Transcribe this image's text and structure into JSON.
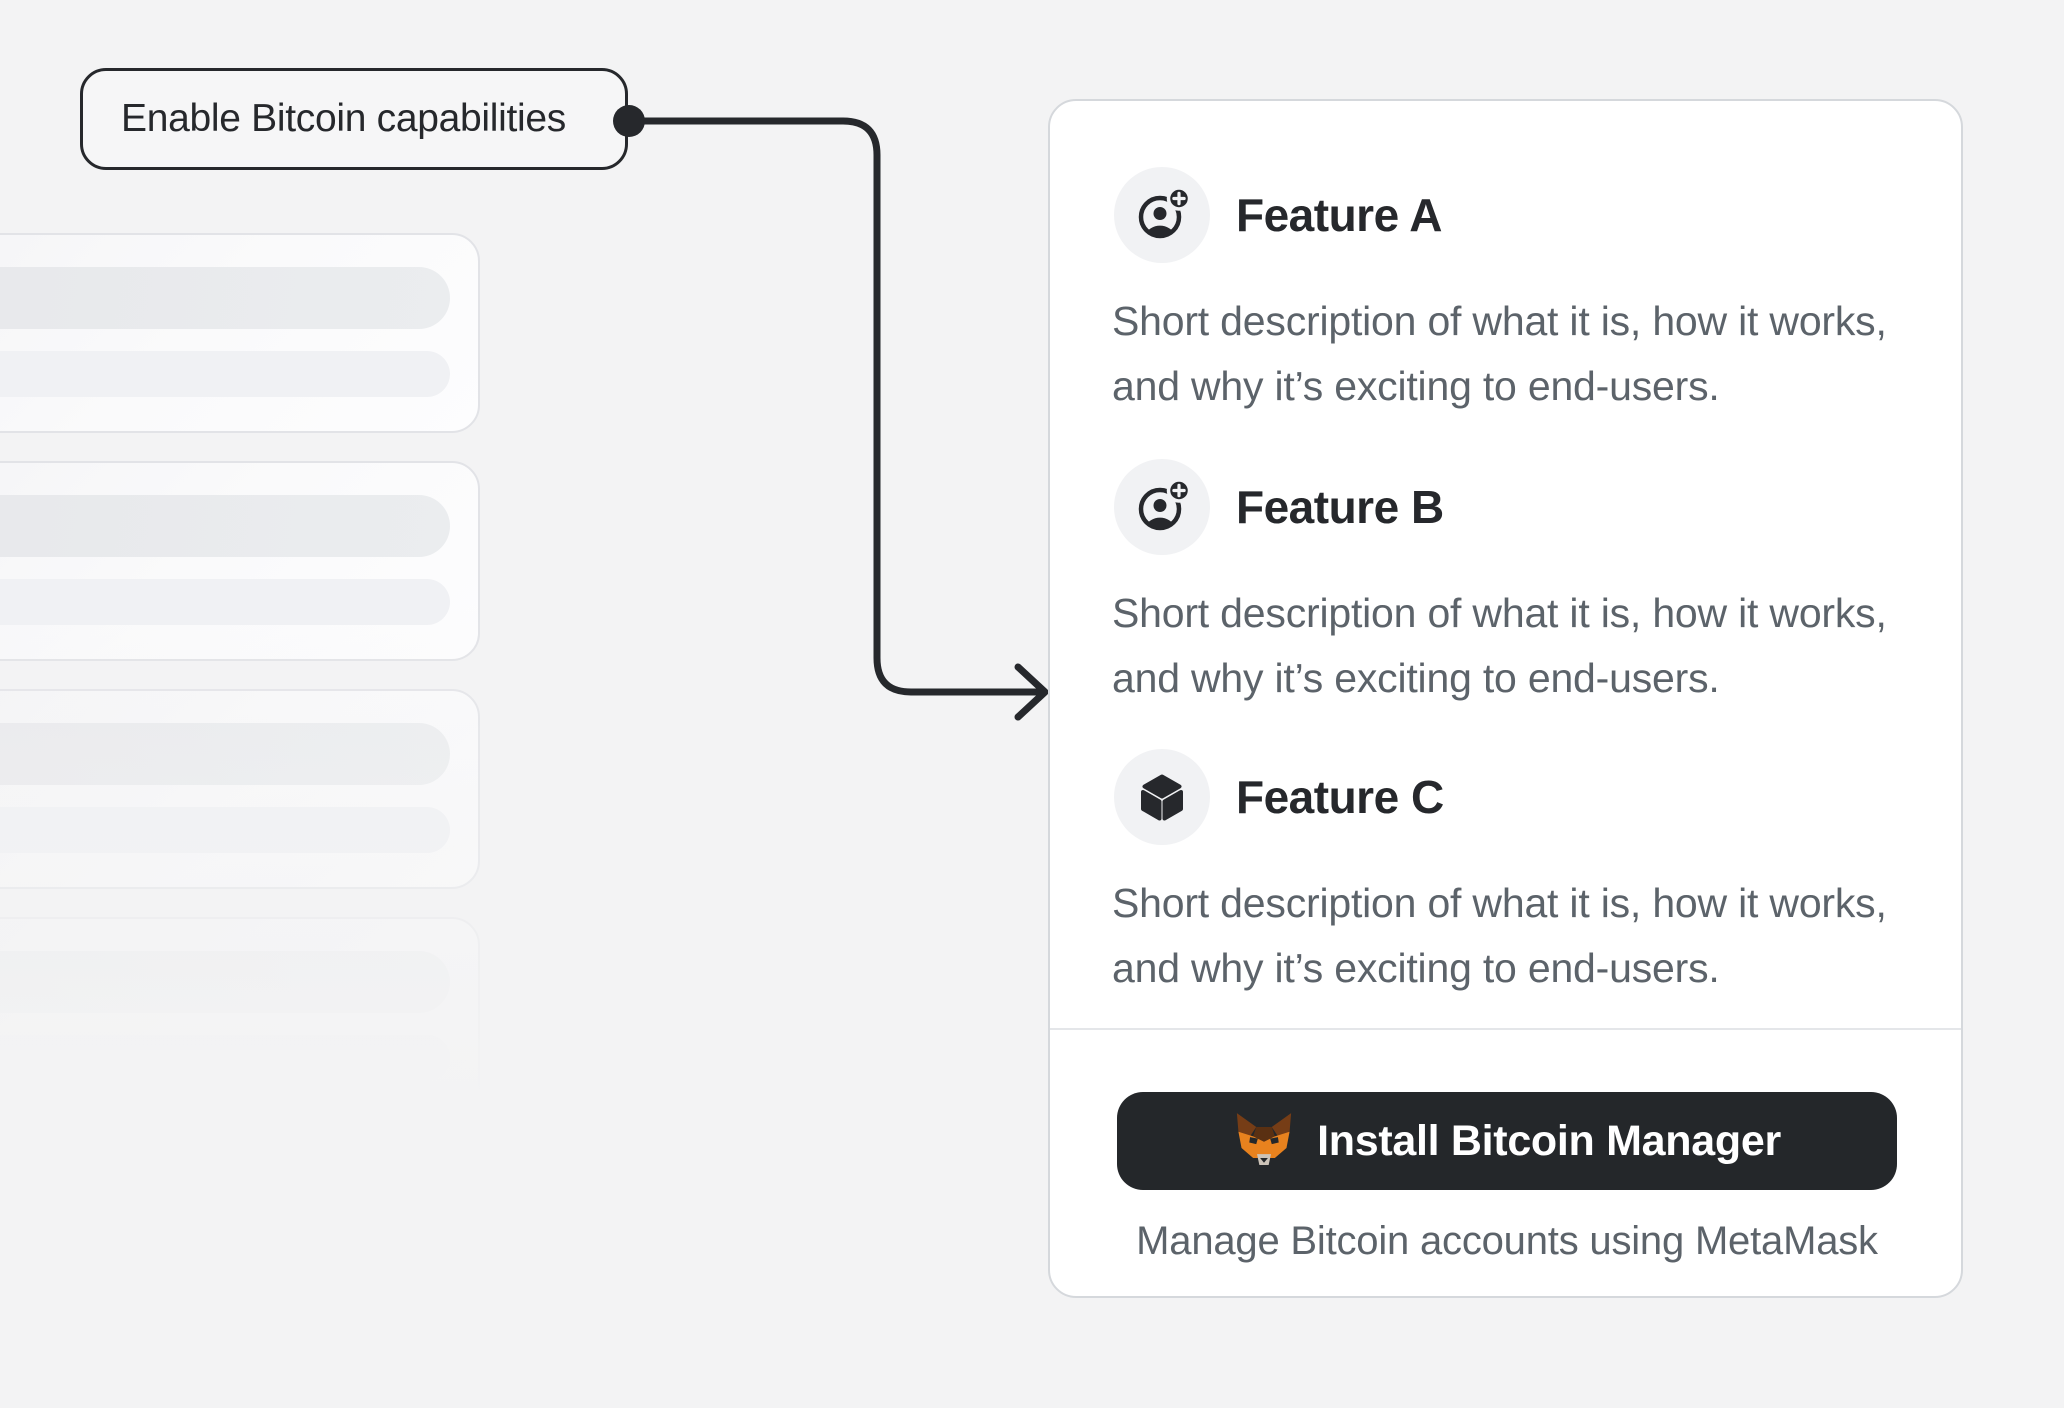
{
  "annotation": {
    "label": "Enable Bitcoin capabilities"
  },
  "features": [
    {
      "title": "Feature A",
      "icon": "user-add-icon",
      "description": "Short description of what it is, how it works, and why it’s exciting to end-users."
    },
    {
      "title": "Feature B",
      "icon": "user-add-icon",
      "description": "Short description of what it is, how it works, and why it’s exciting to end-users."
    },
    {
      "title": "Feature C",
      "icon": "cube-icon",
      "description": "Short description of what it is, how it works, and why it’s exciting to end-users."
    }
  ],
  "cta": {
    "button_label": "Install Bitcoin Manager",
    "button_icon": "metamask-fox-icon",
    "caption": "Manage Bitcoin accounts using MetaMask"
  },
  "colors": {
    "page_background": "#f3f3f4",
    "ink": "#26282c",
    "muted_text": "#5c636a",
    "card_background": "#ffffff",
    "card_border": "#d5d8dc",
    "button_background": "#24272a",
    "metamask_orange": "#e8821e"
  },
  "skeleton": {
    "card_count": 5
  }
}
